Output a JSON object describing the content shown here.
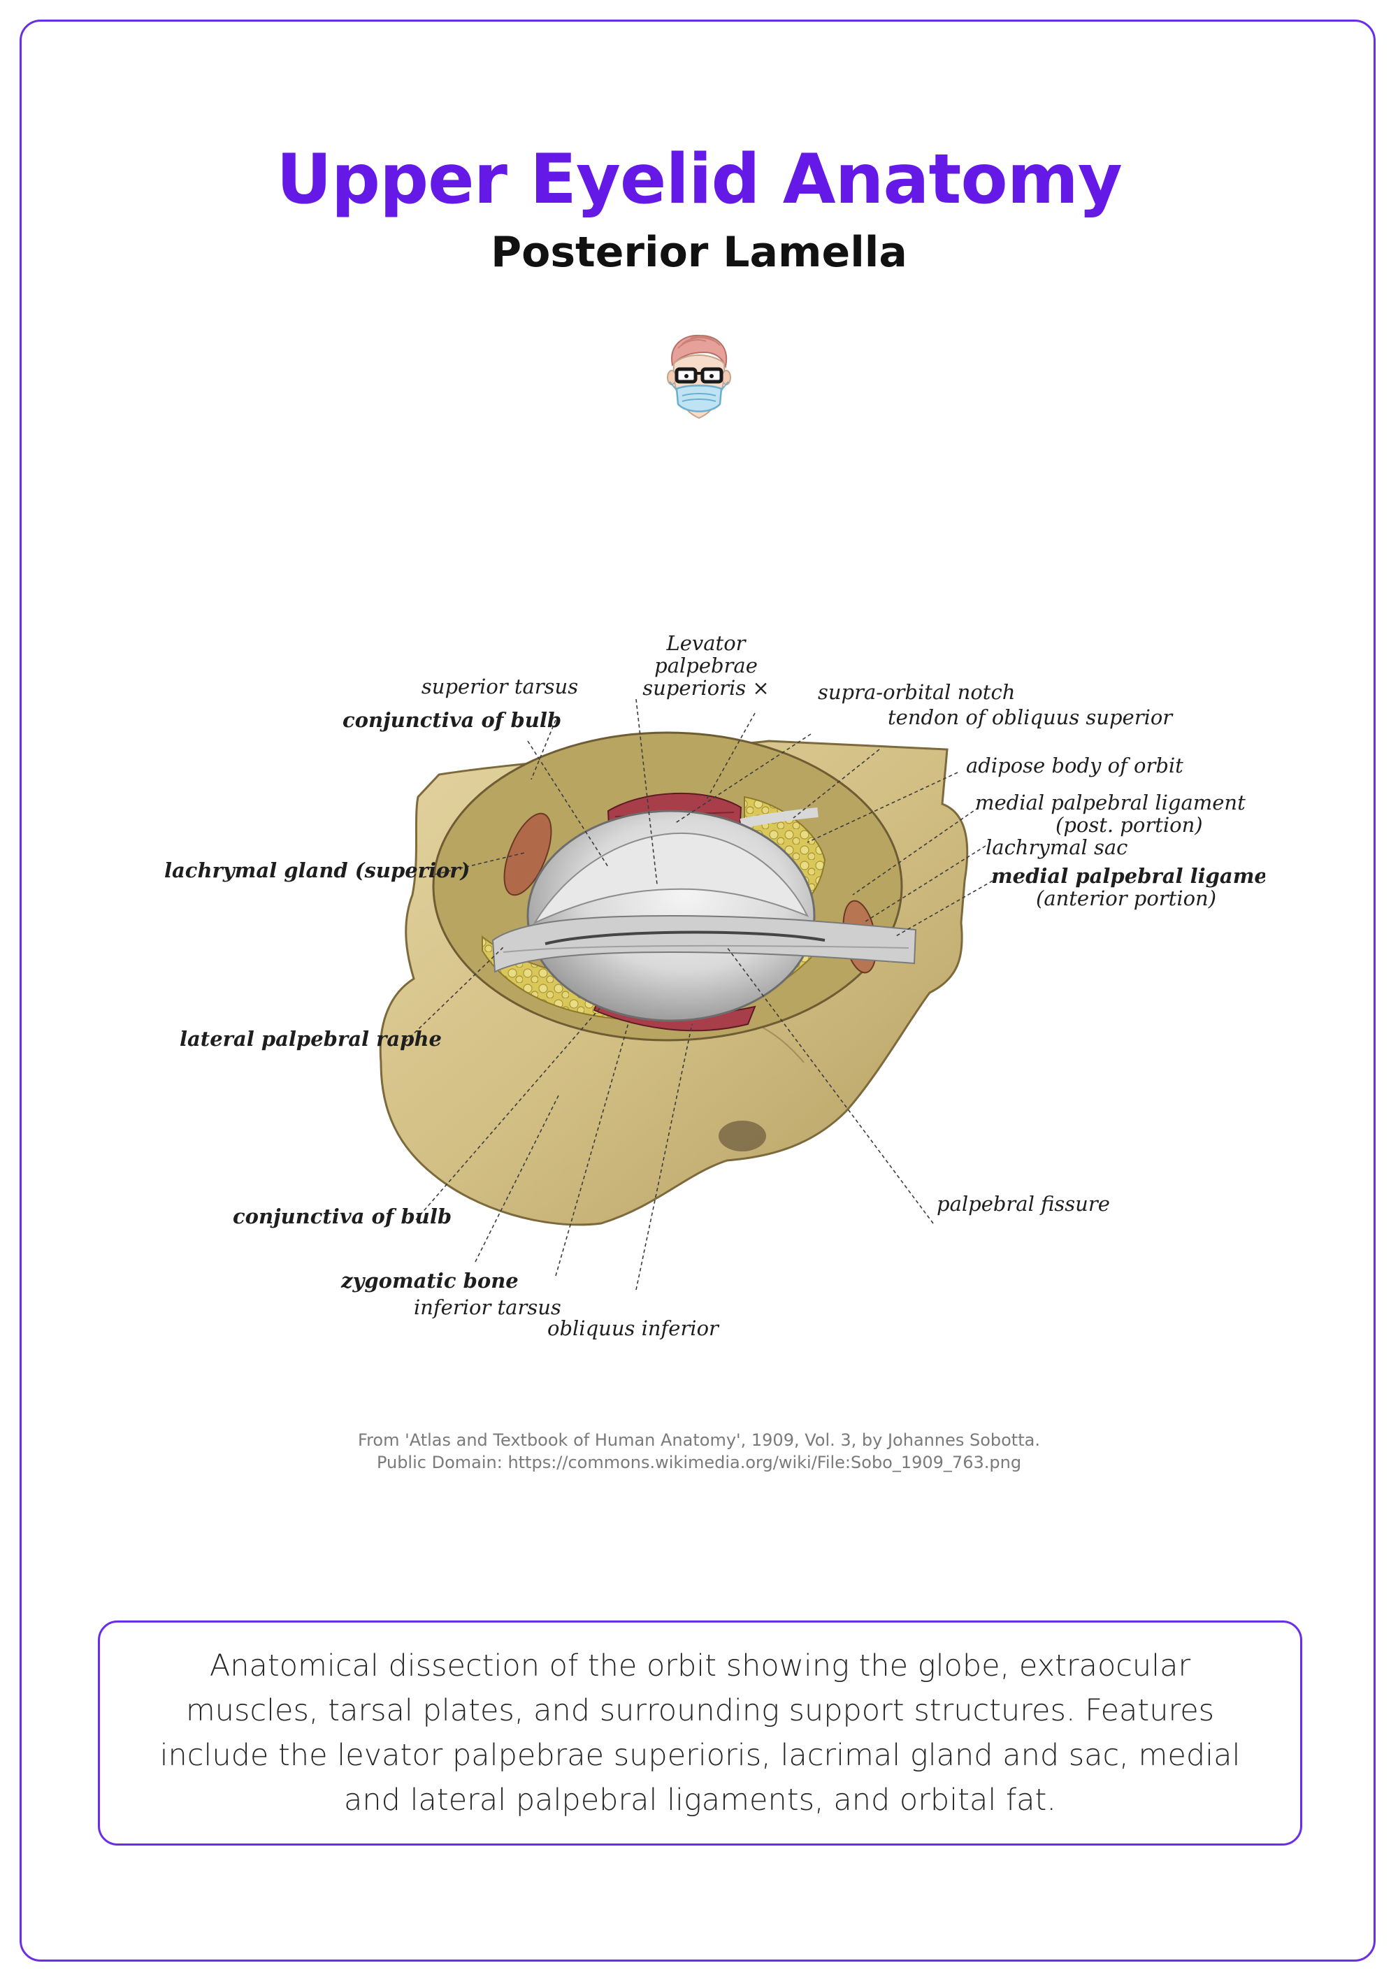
{
  "page": {
    "title": "Upper Eyelid Anatomy",
    "subtitle": "Posterior Lamella",
    "accent_color": "#6a2ee8",
    "title_color": "#6419e6"
  },
  "logo": {
    "icon": "doctor-avatar-with-glasses-and-mask"
  },
  "figure": {
    "labels": {
      "levator_1": "Levator",
      "levator_2": "palpebrae",
      "levator_3": "superioris ×",
      "superior_tarsus": "superior  tarsus",
      "conjunctiva_bulb_top": "conjunctiva  of  bulb",
      "supra_orbital_notch": "supra-orbital  notch",
      "tendon_obliquus": "tendon  of  obliquus  superior",
      "adipose_body": "adipose  body  of  orbit",
      "medial_lig_post_1": "medial  palpebral  ligament",
      "medial_lig_post_2": "(post.  portion)",
      "lachrymal_sac": "lachrymal  sac",
      "medial_lig_ant_1": "medial  palpebral  ligament",
      "medial_lig_ant_2": "(anterior  portion)",
      "lachrymal_gland": "lachrymal  gland  (superior)",
      "lateral_raphe": "lateral  palpebral  raphe",
      "conjunctiva_bulb_bottom": "conjunctiva  of  bulb",
      "palpebral_fissure": "palpebral  fissure",
      "zygomatic_bone": "zygomatic  bone",
      "inferior_tarsus": "inferior  tarsus",
      "obliquus_inferior": "obliquus  inferior"
    },
    "credit_line_1": "From 'Atlas and Textbook of Human Anatomy', 1909, Vol. 3, by Johannes Sobotta.",
    "credit_line_2": "Public Domain: https://commons.wikimedia.org/wiki/File:Sobo_1909_763.png"
  },
  "description": "Anatomical dissection of the orbit showing the globe, extraocular muscles, tarsal plates, and surrounding support structures. Features include the levator palpebrae superioris, lacrimal gland and sac, medial and lateral palpebral ligaments, and orbital fat."
}
